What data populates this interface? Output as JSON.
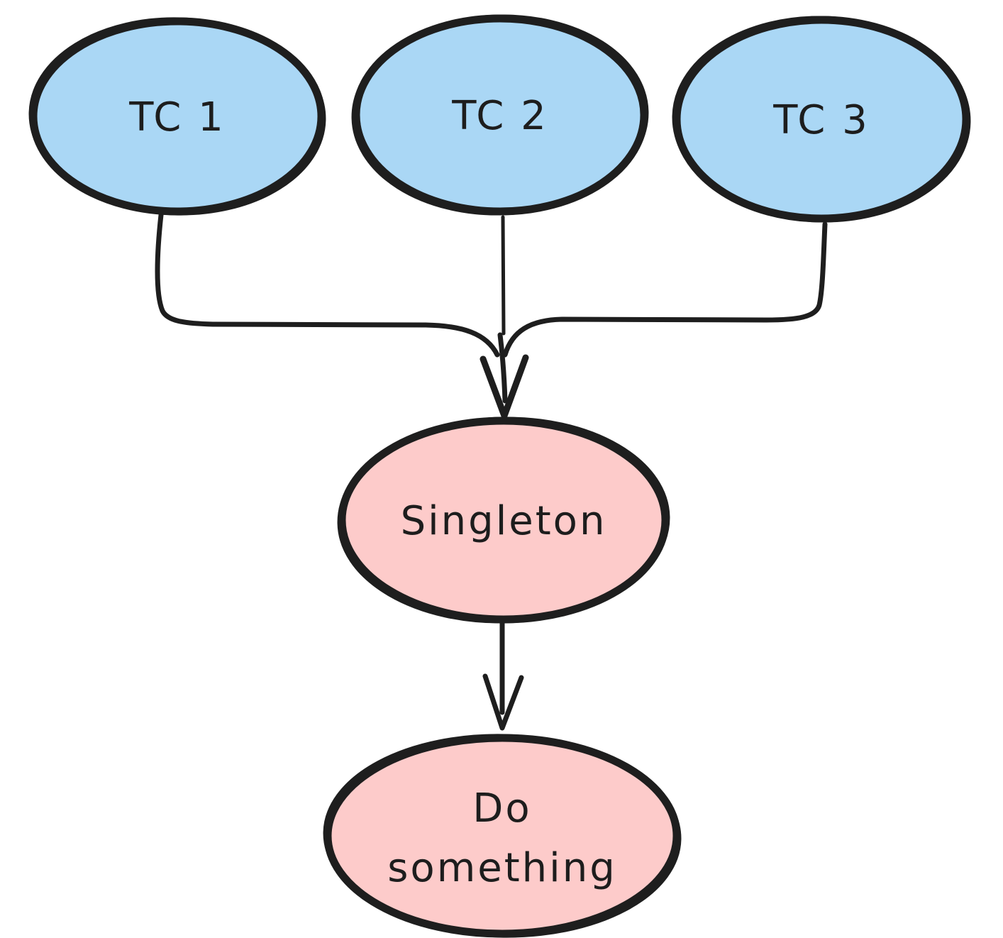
{
  "diagram": {
    "type": "flowchart",
    "style": "hand-drawn",
    "background": "#ffffff",
    "colors": {
      "blue_fill": "#aad7f5",
      "pink_fill": "#fdcbca",
      "stroke": "#1e1e1e",
      "text": "#1d1d1d"
    },
    "nodes": [
      {
        "id": "tc1",
        "label": "TC 1",
        "shape": "ellipse",
        "fill_color": "#aad7f5"
      },
      {
        "id": "tc2",
        "label": "TC 2",
        "shape": "ellipse",
        "fill_color": "#aad7f5"
      },
      {
        "id": "tc3",
        "label": "TC 3",
        "shape": "ellipse",
        "fill_color": "#aad7f5"
      },
      {
        "id": "singleton",
        "label": "Singleton",
        "shape": "ellipse",
        "fill_color": "#fdcbca"
      },
      {
        "id": "do_something",
        "label": "Do something",
        "lines": [
          "Do",
          "something"
        ],
        "shape": "ellipse",
        "fill_color": "#fdcbca"
      }
    ],
    "edges": [
      {
        "from": "tc1",
        "to": "singleton",
        "arrowhead": "merged"
      },
      {
        "from": "tc2",
        "to": "singleton",
        "arrowhead": "merged"
      },
      {
        "from": "tc3",
        "to": "singleton",
        "arrowhead": "merged"
      },
      {
        "from": "singleton",
        "to": "do_something",
        "arrowhead": "v"
      }
    ]
  }
}
